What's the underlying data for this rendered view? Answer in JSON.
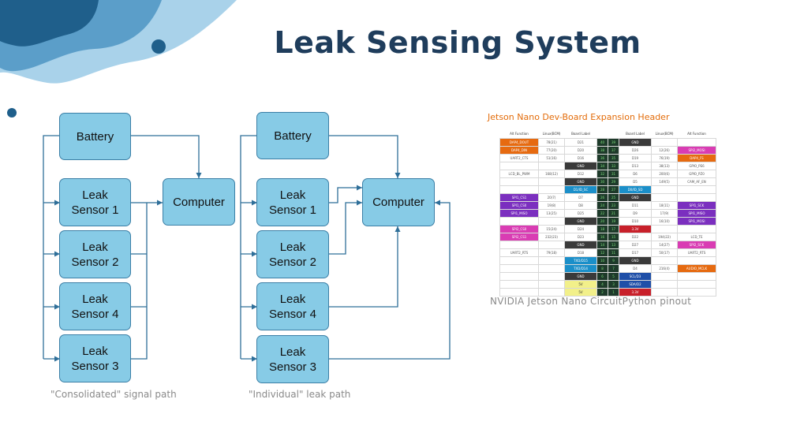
{
  "slide": {
    "title": "Leak Sensing System"
  },
  "consolidated": {
    "battery": "Battery",
    "computer": "Computer",
    "sensor1": "Leak\nSensor 1",
    "sensor2": "Leak\nSensor 2",
    "sensor4": "Leak\nSensor 4",
    "sensor3": "Leak\nSensor 3",
    "caption": "\"Consolidated\" signal path"
  },
  "individual": {
    "battery": "Battery",
    "computer": "Computer",
    "sensor1": "Leak\nSensor 1",
    "sensor2": "Leak\nSensor 2",
    "sensor4": "Leak\nSensor 4",
    "sensor3": "Leak\nSensor 3",
    "caption": "\"Individual\" leak path"
  },
  "pinout": {
    "title": "Jetson Nano Dev-Board Expansion Header",
    "caption": "NVIDIA Jetson Nano CircuitPython pinout",
    "headers": [
      "Alt Function",
      "Linux(BCM)",
      "Board Label",
      "",
      "",
      "Board Label",
      "Linux(BCM)",
      "Alt Function"
    ],
    "rows": [
      [
        "DAP4_DOUT",
        "78(21)",
        "D21",
        "40",
        "39",
        "GND",
        "",
        ""
      ],
      [
        "DAP4_DIN",
        "77(20)",
        "D20",
        "38",
        "37",
        "D26",
        "12(26)",
        "SPI2_MOSI"
      ],
      [
        "UART2_CTS",
        "51(16)",
        "D16",
        "36",
        "35",
        "D19",
        "76(19)",
        "DAP4_FS"
      ],
      [
        "",
        "",
        "GND",
        "34",
        "33",
        "D13",
        "38(13)",
        "GPIO_PE6"
      ],
      [
        "LCD_BL_PWM",
        "168(12)",
        "D12",
        "32",
        "31",
        "D6",
        "200(6)",
        "GPIO_PZ0"
      ],
      [
        "",
        "",
        "GND",
        "30",
        "29",
        "D5",
        "149(5)",
        "CAM_AF_EN"
      ],
      [
        "",
        "",
        "D1/ID_SC",
        "28",
        "27",
        "D0/ID_SD",
        "",
        ""
      ],
      [
        "SPI1_CS1",
        "20(7)",
        "D7",
        "26",
        "25",
        "GND",
        "",
        ""
      ],
      [
        "SPI1_CS0",
        "19(8)",
        "D8",
        "24",
        "23",
        "D11",
        "18(11)",
        "SPI1_SCK"
      ],
      [
        "SPI1_MISO",
        "13(25)",
        "D25",
        "22",
        "21",
        "D9",
        "17(9)",
        "SPI1_MISO"
      ],
      [
        "",
        "",
        "GND",
        "20",
        "19",
        "D10",
        "16(10)",
        "SPI1_MOSI"
      ],
      [
        "SPI2_CS0",
        "15(24)",
        "D24",
        "18",
        "17",
        "3.3V",
        "",
        ""
      ],
      [
        "SPI2_CS1",
        "232(23)",
        "D23",
        "16",
        "15",
        "D22",
        "194(22)",
        "LCD_TE"
      ],
      [
        "",
        "",
        "GND",
        "14",
        "13",
        "D27",
        "14(27)",
        "SPI2_SCK"
      ],
      [
        "UART2_RTS",
        "79(18)",
        "D18",
        "12",
        "11",
        "D17",
        "50(17)",
        "UART2_RTS"
      ],
      [
        "",
        "",
        "TXD/D15",
        "10",
        "9",
        "GND",
        "",
        ""
      ],
      [
        "",
        "",
        "TXD/D14",
        "8",
        "7",
        "D4",
        "216(4)",
        "AUDIO_MCLK"
      ],
      [
        "",
        "",
        "GND",
        "6",
        "5",
        "SCL/D3",
        "",
        ""
      ],
      [
        "",
        "",
        "5V",
        "4",
        "3",
        "SDA/D2",
        "",
        ""
      ],
      [
        "",
        "",
        "5V",
        "2",
        "1",
        "3.3V",
        "",
        ""
      ]
    ]
  },
  "colors": {
    "title": "#1f3d5c",
    "box_fill": "#87cbe6",
    "box_border": "#3b7fa6",
    "connector": "#2f6f99",
    "blob_dark": "#1f5f8b",
    "blob_mid": "#5b9ec9",
    "blob_light": "#a9d2ea",
    "pinout_title": "#e36c0a"
  }
}
